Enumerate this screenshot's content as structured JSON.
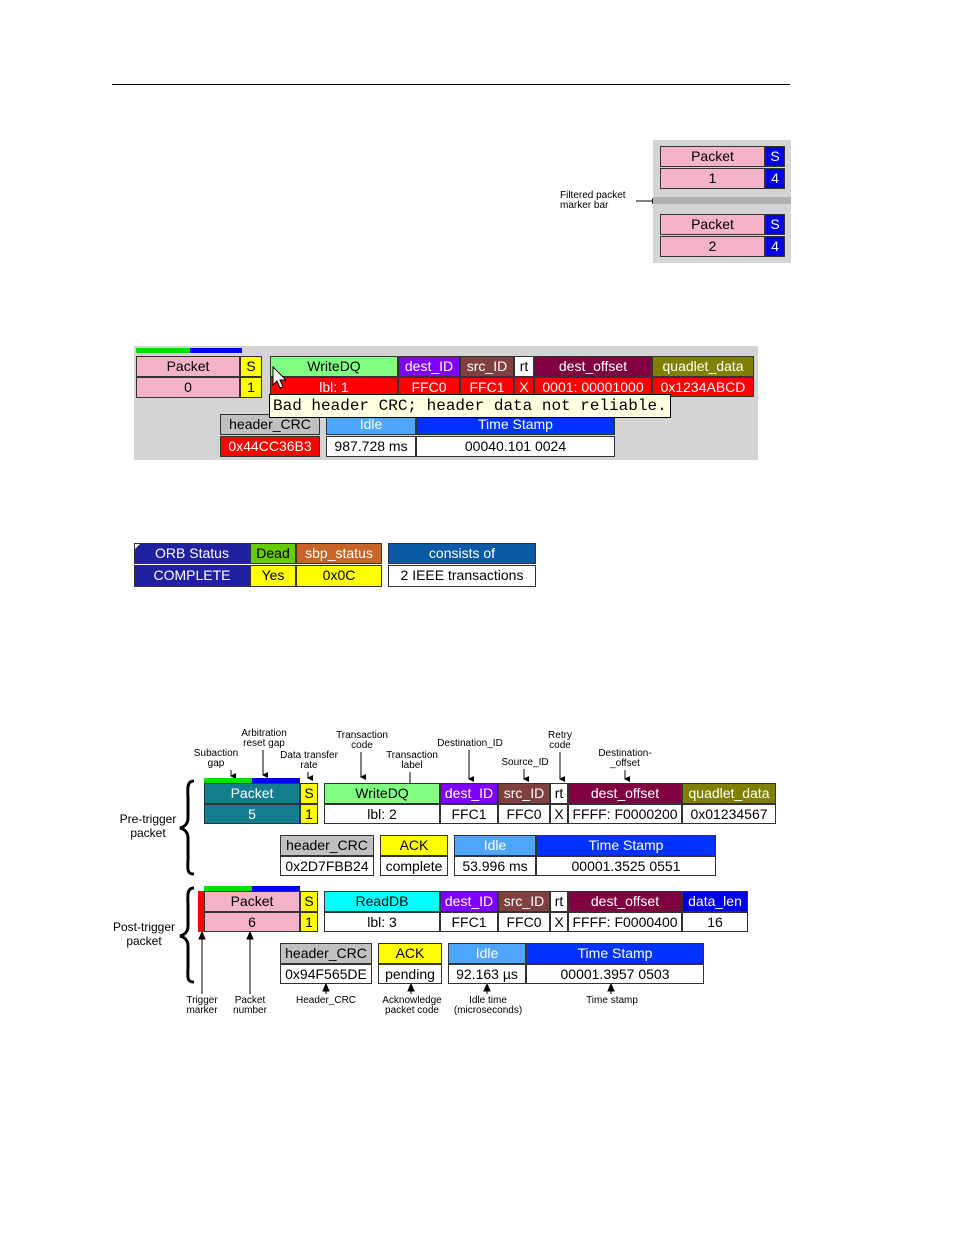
{
  "fig1": {
    "marker_label": [
      "Filtered packet",
      "marker bar"
    ],
    "packets": [
      {
        "label": "Packet",
        "s": "S",
        "number": "1",
        "s_value": "4"
      },
      {
        "label": "Packet",
        "s": "S",
        "number": "2",
        "s_value": "4"
      }
    ]
  },
  "fig2": {
    "packet": {
      "label": "Packet",
      "s": "S",
      "number": "0",
      "s_value": "1"
    },
    "headers": [
      "WriteDQ",
      "dest_ID",
      "src_ID",
      "rt",
      "dest_offset",
      "quadlet_data"
    ],
    "values": [
      "lbl: 1",
      "FFC0",
      "FFC1",
      "X",
      "0001: 00001000",
      "0x1234ABCD"
    ],
    "row2_headers": [
      "header_CRC",
      "Idle",
      "Time Stamp"
    ],
    "row2_values": [
      "0x44CC36B3",
      "987.728 ms",
      "00040.101 0024"
    ],
    "tooltip": "Bad header CRC; header data not reliable."
  },
  "fig3": {
    "headers": [
      "ORB Status",
      "Dead",
      "sbp_status",
      "consists of"
    ],
    "values": [
      "COMPLETE",
      "Yes",
      "0x0C",
      "2 IEEE transactions"
    ]
  },
  "fig4": {
    "top_labels": {
      "subaction_gap": [
        "Subaction",
        "gap"
      ],
      "arbitration_reset_gap": [
        "Arbitration",
        "reset gap"
      ],
      "data_transfer_rate": [
        "Data transfer",
        "rate"
      ],
      "transaction_code": [
        "Transaction",
        "code"
      ],
      "transaction_label": [
        "Transaction",
        "label"
      ],
      "destination_id": [
        "Destination_ID"
      ],
      "source_id": [
        "Source_ID"
      ],
      "retry_code": [
        "Retry",
        "code"
      ],
      "destination_offset": [
        "Destination-",
        "_offset"
      ]
    },
    "side_labels": {
      "pre_trigger": [
        "Pre-trigger",
        "packet"
      ],
      "post_trigger": [
        "Post-trigger",
        "packet"
      ]
    },
    "bottom_labels": {
      "trigger_marker": [
        "Trigger",
        "marker"
      ],
      "packet_number": [
        "Packet",
        "number"
      ],
      "header_crc": [
        "Header_CRC"
      ],
      "ack_code": [
        "Acknowledge",
        "packet code"
      ],
      "idle_time": [
        "Idle time",
        "(microseconds)"
      ],
      "time_stamp": [
        "Time stamp"
      ]
    },
    "pre": {
      "packet": {
        "label": "Packet",
        "s": "S",
        "number": "5",
        "s_value": "1"
      },
      "headers": [
        "WriteDQ",
        "dest_ID",
        "src_ID",
        "rt",
        "dest_offset",
        "quadlet_data"
      ],
      "values": [
        "lbl: 2",
        "FFC1",
        "FFC0",
        "X",
        "FFFF: F0000200",
        "0x01234567"
      ],
      "row2_headers": [
        "header_CRC",
        "ACK",
        "Idle",
        "Time Stamp"
      ],
      "row2_values": [
        "0x2D7FBB24",
        "complete",
        "53.996 ms",
        "00001.3525 0551"
      ]
    },
    "post": {
      "packet": {
        "label": "Packet",
        "s": "S",
        "number": "6",
        "s_value": "1"
      },
      "headers": [
        "ReadDB",
        "dest_ID",
        "src_ID",
        "rt",
        "dest_offset",
        "data_len"
      ],
      "values": [
        "lbl: 3",
        "FFC1",
        "FFC0",
        "X",
        "FFFF: F0000400",
        "16"
      ],
      "row2_headers": [
        "header_CRC",
        "ACK",
        "Idle",
        "Time Stamp"
      ],
      "row2_values": [
        "0x94F565DE",
        "pending",
        "92.163 µs",
        "00001.3957 0503"
      ]
    }
  }
}
